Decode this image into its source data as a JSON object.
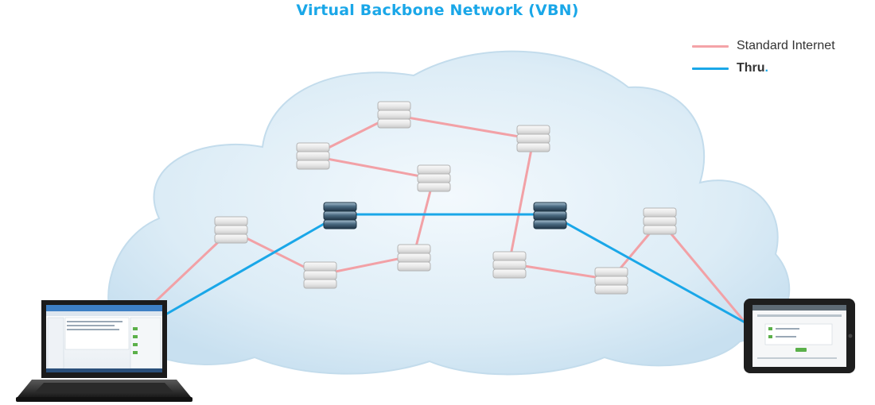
{
  "title": "Virtual Backbone Network (VBN)",
  "legend": {
    "standard": {
      "label": "Standard Internet",
      "color": "#f4a3a8"
    },
    "thru": {
      "label": "Thru",
      "suffix": ".",
      "color": "#1aa7e8"
    }
  },
  "colors": {
    "cloud_fill": "#dcecf6",
    "cloud_edge": "#b9d7ea",
    "server_plain": "#e6e6e6",
    "server_backbone": "#2e4a5e"
  },
  "icons": {
    "server": "server-icon",
    "laptop": "laptop-icon",
    "tablet": "tablet-icon",
    "cloud": "cloud-icon"
  }
}
